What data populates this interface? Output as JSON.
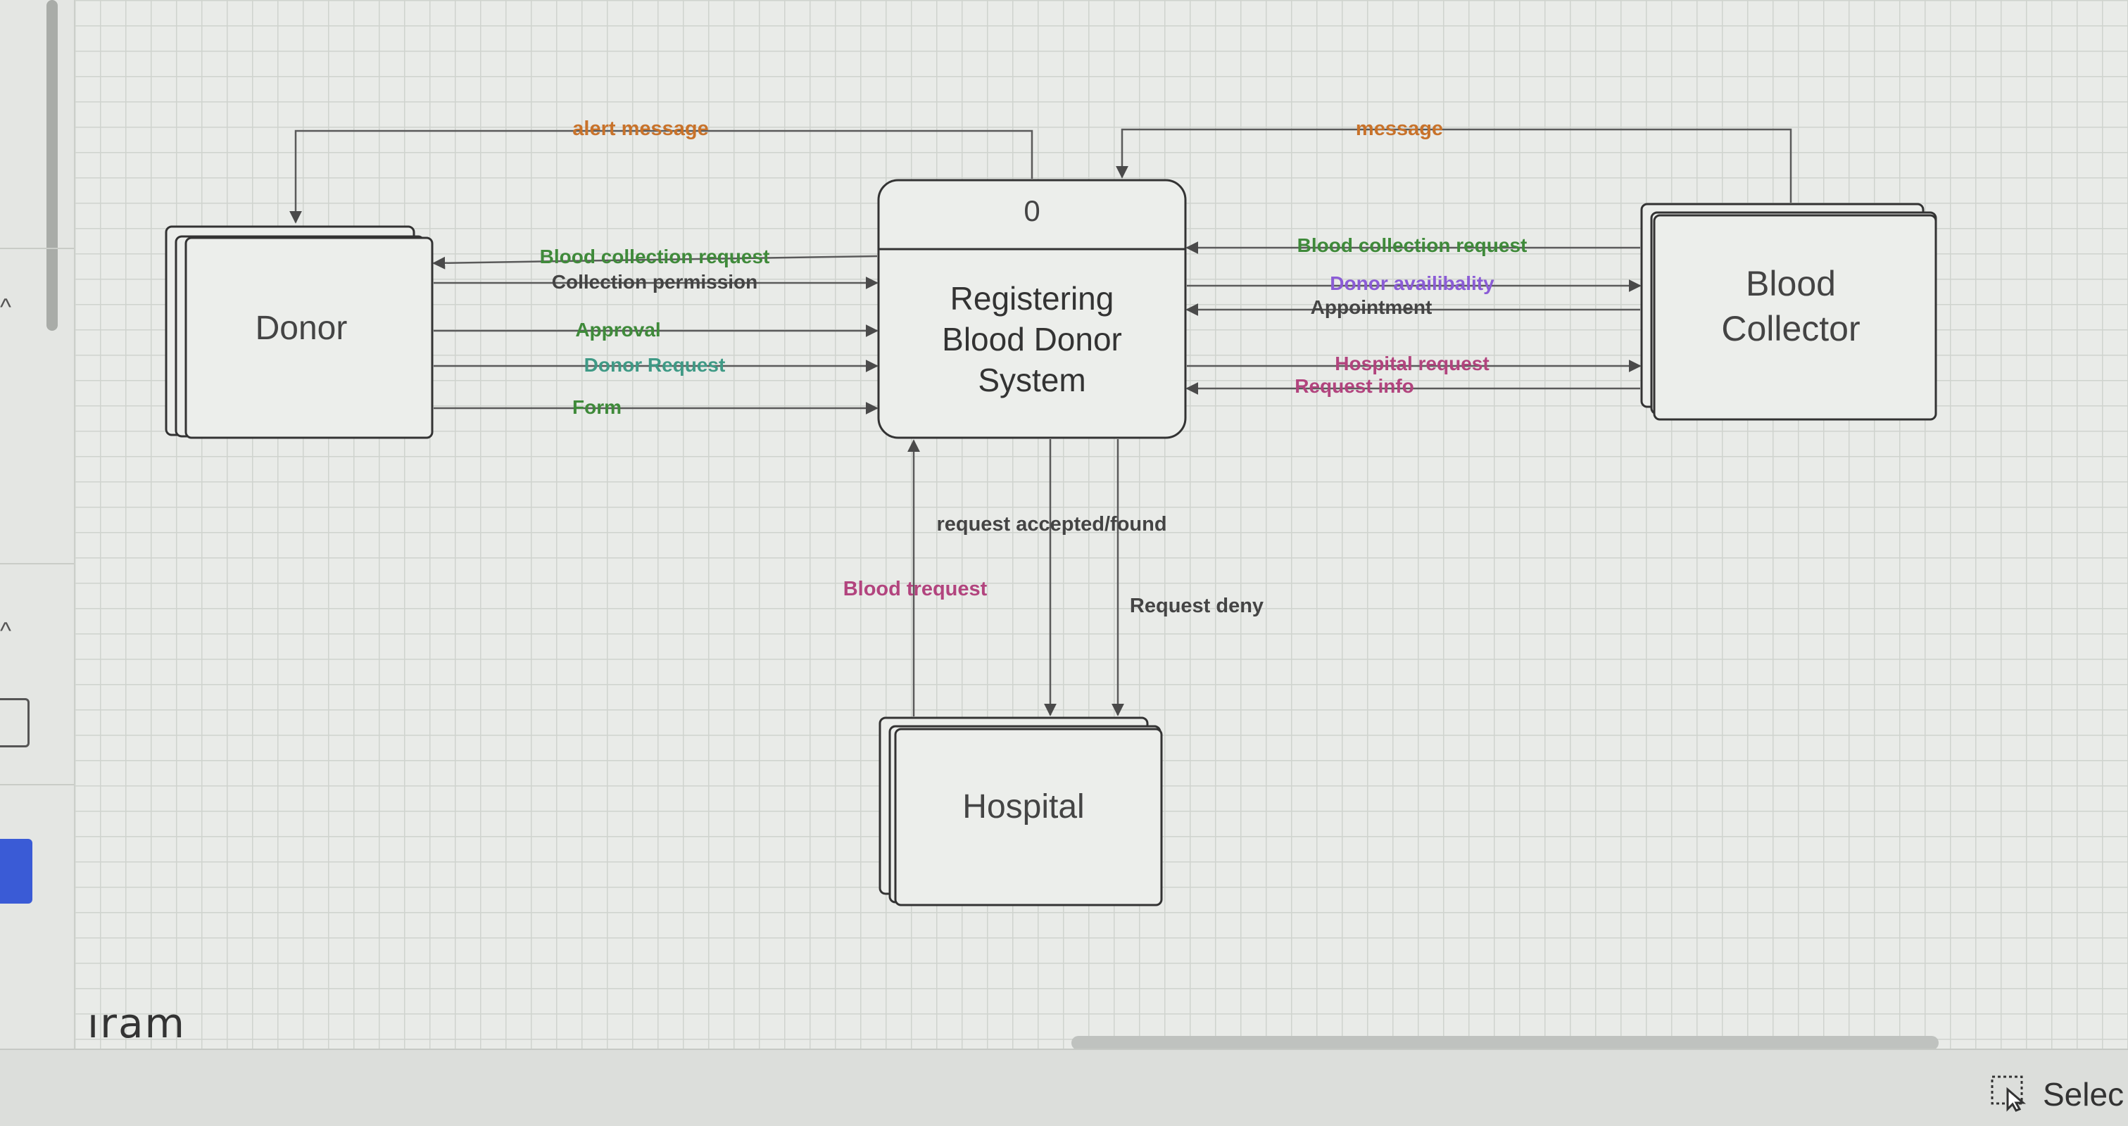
{
  "app": {
    "bottom_label": "ıram",
    "select_tool": "Selec"
  },
  "diagram": {
    "process": {
      "id": "0",
      "lines": [
        "Registering",
        "Blood Donor",
        "System"
      ]
    },
    "entities": {
      "donor": "Donor",
      "blood_collector": [
        "Blood",
        "Collector"
      ],
      "hospital": "Hospital"
    },
    "flows": {
      "alert_message": "alert message",
      "message": "message",
      "donor_blood_collection_request": "Blood collection request",
      "collection_permission": "Collection permission",
      "approval": "Approval",
      "donor_request": "Donor Request",
      "form": "Form",
      "collector_blood_collection_request": "Blood collection request",
      "donor_availability": "Donor availibality",
      "appointment": "Appointment",
      "hospital_request": "Hospital request",
      "request_info": "Request info",
      "request_accepted": "request accepted/found",
      "blood_trequest": "Blood trequest",
      "request_deny": "Request deny"
    },
    "colors": {
      "orange": "#c8722a",
      "green": "#3f8a3a",
      "teal": "#3f9a86",
      "dark": "#444444",
      "purple": "#8b5cd6",
      "magenta": "#b2447e",
      "line": "#5a5a5a"
    }
  }
}
